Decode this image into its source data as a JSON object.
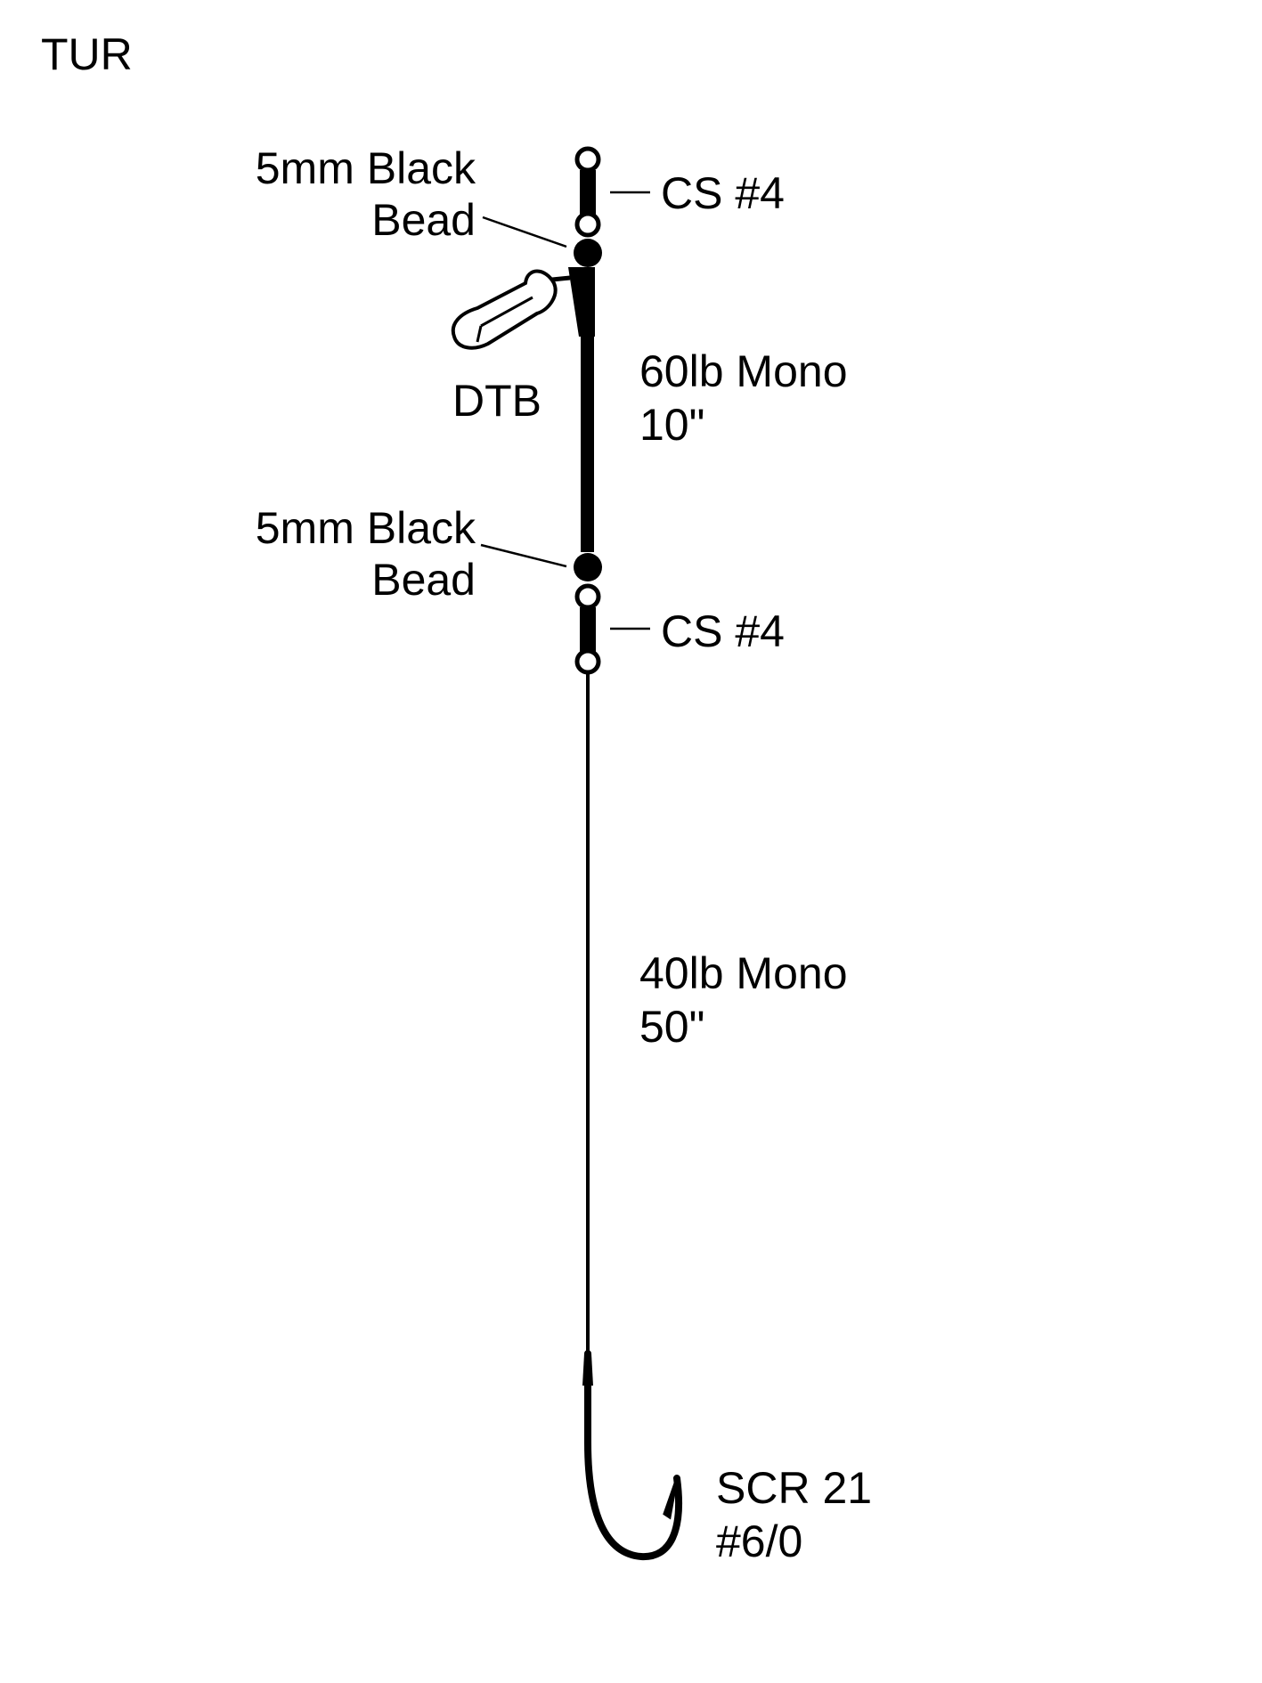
{
  "title": "TUR",
  "labels": {
    "cs_top": "CS #4",
    "bead_top_line1": "5mm Black",
    "bead_top_line2": "Bead",
    "dtb": "DTB",
    "mono60_line1": "60lb Mono",
    "mono60_line2": "10\"",
    "bead_bottom_line1": "5mm Black",
    "bead_bottom_line2": "Bead",
    "cs_bottom": "CS #4",
    "mono40_line1": "40lb Mono",
    "mono40_line2": "50\"",
    "hook_line1": "SCR 21",
    "hook_line2": "#6/0"
  },
  "colors": {
    "ink": "#000000",
    "background": "#ffffff"
  }
}
